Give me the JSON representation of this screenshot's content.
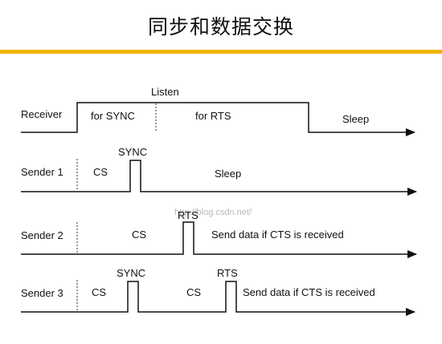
{
  "title": "同步和数据交换",
  "colors": {
    "accent_rule": "#f0b400",
    "line": "#111111",
    "watermark": "#b8b8b8"
  },
  "watermark": "http://blog.csdn.net/",
  "receiver": {
    "label": "Receiver",
    "listen_label": "Listen",
    "sync_slot_label": "for SYNC",
    "rts_slot_label": "for RTS",
    "after_label": "Sleep"
  },
  "senders": [
    {
      "label": "Sender 1",
      "cs1": "CS",
      "pulse1": "SYNC",
      "after": "Sleep"
    },
    {
      "label": "Sender 2",
      "cs1": "CS",
      "pulse1": "RTS",
      "after": "Send data if CTS is received"
    },
    {
      "label": "Sender 3",
      "cs1": "CS",
      "pulse1": "SYNC",
      "cs2": "CS",
      "pulse2": "RTS",
      "after": "Send data if CTS is received"
    }
  ]
}
